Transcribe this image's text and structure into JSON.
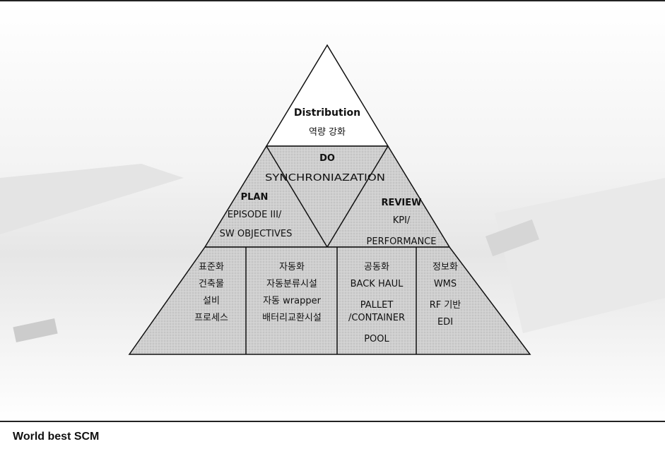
{
  "pyramid": {
    "top": {
      "title": "Distribution",
      "subtitle": "역량 강화"
    },
    "do": {
      "title": "DO",
      "subtitle": "SYNCHRONIAZATION"
    },
    "plan": {
      "title": "PLAN",
      "line1": "EPISODE III/",
      "line2": "SW OBJECTIVES"
    },
    "review": {
      "title": "REVIEW",
      "line1": "KPI/",
      "line2": "PERFORMANCE"
    },
    "columns": [
      {
        "title": "표준화",
        "items": [
          "건축물",
          "설비",
          "프로세스"
        ]
      },
      {
        "title": "자동화",
        "items": [
          "자동분류시설",
          "자동 wrapper",
          "배터리교환시설"
        ]
      },
      {
        "title": "공동화",
        "items": [
          "BACK HAUL",
          "PALLET",
          "/CONTAINER",
          "POOL"
        ]
      },
      {
        "title": "정보화",
        "items": [
          "WMS",
          "RF 기반",
          "EDI"
        ]
      }
    ]
  },
  "caption": "World best SCM",
  "colors": {
    "background_gray": "#d4d4d4",
    "top_fill": "#ffffff",
    "line": "#111111",
    "text": "#111111"
  }
}
